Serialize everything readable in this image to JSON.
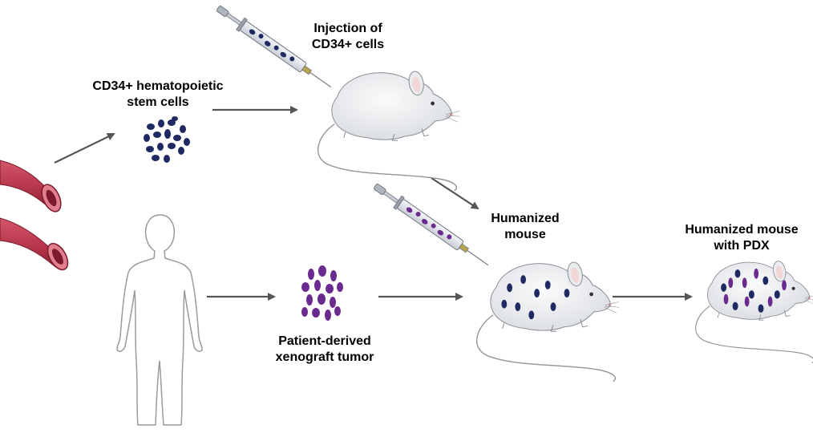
{
  "labels": {
    "stem_cells": {
      "line1": "CD34+ hematopoietic",
      "line2": "stem cells"
    },
    "injection": {
      "line1": "Injection of",
      "line2": "CD34+ cells"
    },
    "humanized_mouse": {
      "line1": "Humanized",
      "line2": "mouse"
    },
    "pdx_tumor": {
      "line1": "Patient-derived",
      "line2": "xenograft tumor"
    },
    "humanized_pdx": {
      "line1": "Humanized mouse",
      "line2": "with PDX"
    }
  },
  "colors": {
    "stem_cell": "#1f2a63",
    "tumor_cell": "#6b2a8f",
    "arrow": "#555555",
    "mouse_fill": "#e9ebed",
    "mouse_outline": "#8a8f96",
    "vessel_outer": "#b5364a",
    "vessel_inner": "#7a1a2a",
    "human_outline": "#9a9a9a"
  },
  "icons": {
    "blood_vessel": "blood-vessel-icon",
    "human": "human-silhouette-icon",
    "syringe": "syringe-icon",
    "mouse": "mouse-icon"
  }
}
